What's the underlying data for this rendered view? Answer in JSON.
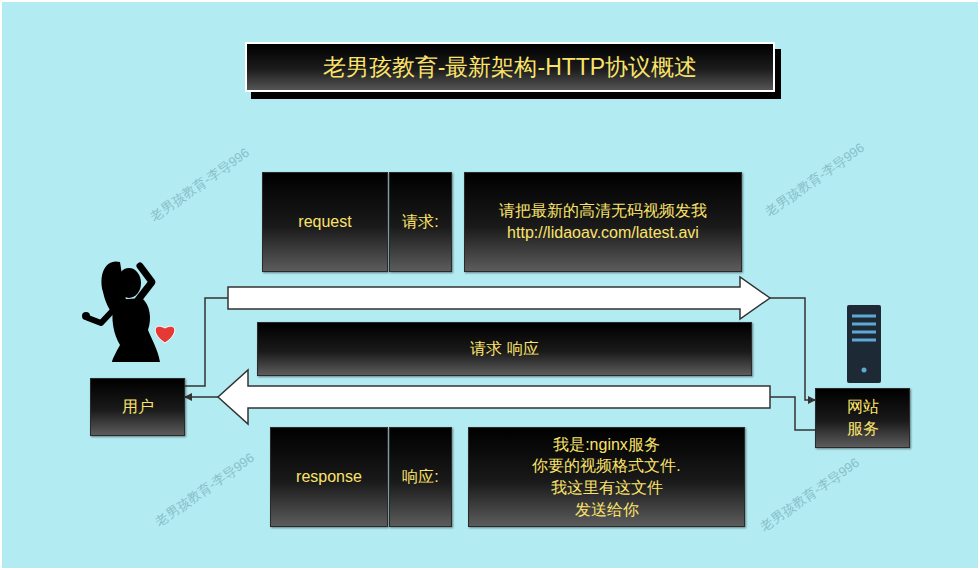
{
  "diagram": {
    "title": "老男孩教育-最新架构-HTTP协议概述",
    "nodes": [
      {
        "text": [
          "request"
        ]
      },
      {
        "text": [
          "请求:"
        ]
      },
      {
        "text": [
          "请把最新的高清无码视频发我 http://lidaoav.com/latest.avi"
        ]
      },
      {
        "text": [
          "用户"
        ]
      },
      {
        "text": [
          "请求 响应"
        ]
      },
      {
        "text": [
          "网站 服务"
        ]
      },
      {
        "text": [
          "response"
        ]
      },
      {
        "text": [
          "响应:"
        ]
      },
      {
        "text": [
          "我是:nginx服务 你要的视频格式文件. 我这里有这文件 发送给你"
        ]
      }
    ],
    "edges": [
      {
        "from": 3,
        "to": 5,
        "arrow": "to"
      },
      {
        "from": 5,
        "to": 3,
        "arrow": "to"
      }
    ],
    "labels": [
      "老男孩教育-李导996",
      "老男孩教育-李导996",
      "老男孩教育-李导996",
      "老男孩教育-李导996"
    ]
  }
}
